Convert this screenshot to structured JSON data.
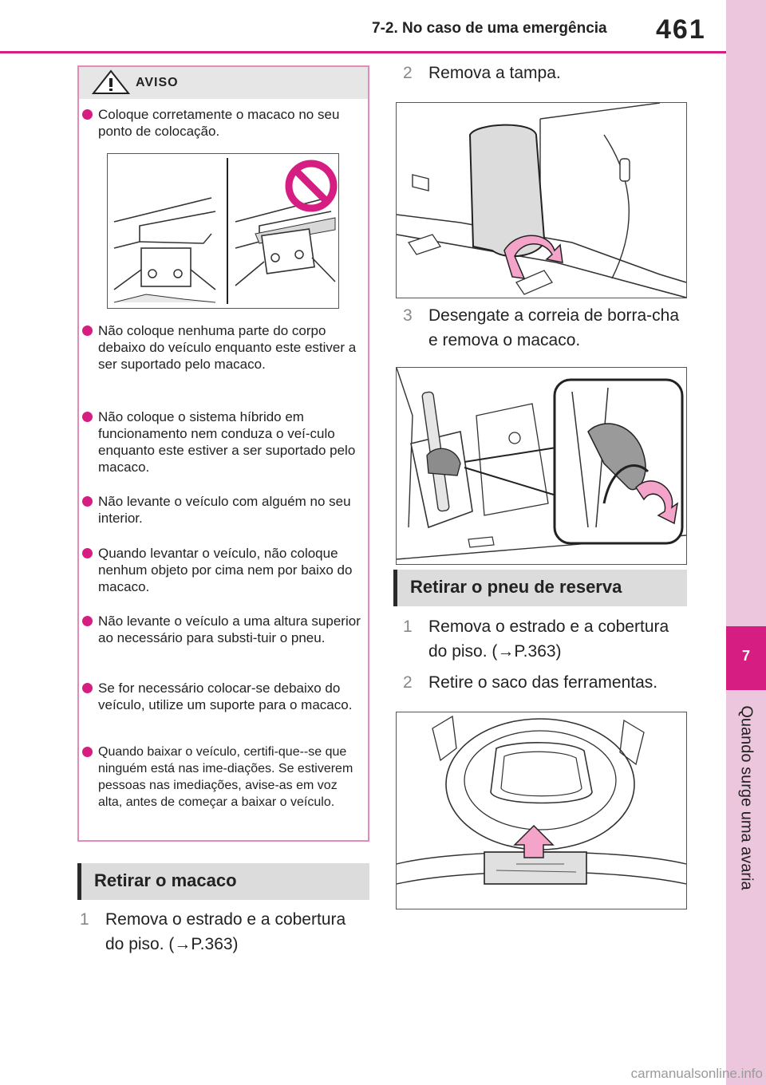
{
  "header": {
    "section_title": "7-2. No caso de uma emergência",
    "page_number": "461"
  },
  "side_tab": {
    "chapter_number": "7",
    "chapter_label": "Quando surge uma avaria"
  },
  "warning": {
    "title": "AVISO",
    "items": [
      "Coloque corretamente o macaco no seu ponto de colocação.",
      "Não coloque nenhuma parte do corpo debaixo do veículo enquanto este estiver a ser suportado pelo macaco.",
      "Não coloque o sistema híbrido em funcionamento nem conduza o veí-culo enquanto este estiver a ser suportado pelo macaco.",
      "Não levante o veículo com alguém no seu interior.",
      "Quando levantar o veículo, não coloque nenhum objeto por cima nem por baixo do macaco.",
      "Não levante o veículo a uma altura superior ao necessário para substi-tuir o pneu.",
      "Se for necessário colocar-se debaixo do veículo, utilize um suporte para o macaco.",
      "Quando baixar o veículo, certifi-que--se que ninguém está nas ime-diações. Se estiverem pessoas nas imediações, avise-as em voz alta, antes de começar a baixar o veículo."
    ]
  },
  "section_jack": {
    "title": "Retirar o macaco",
    "steps": [
      {
        "num": "1",
        "text": "Remova o estrado e a cobertura do piso. (→P.363)"
      },
      {
        "num": "2",
        "text": "Remova a tampa."
      },
      {
        "num": "3",
        "text": "Desengate a correia de borra-cha e remova o macaco."
      }
    ]
  },
  "section_spare": {
    "title": "Retirar o pneu de reserva",
    "steps": [
      {
        "num": "1",
        "text": "Remova o estrado e a cobertura do piso. (→P.363)"
      },
      {
        "num": "2",
        "text": "Retire o saco das ferramentas."
      }
    ]
  },
  "colors": {
    "accent": "#d61e82",
    "side_tab": "#ecc6dd",
    "header_bar": "#dcdcdc"
  },
  "watermark": "carmanualsonline.info"
}
